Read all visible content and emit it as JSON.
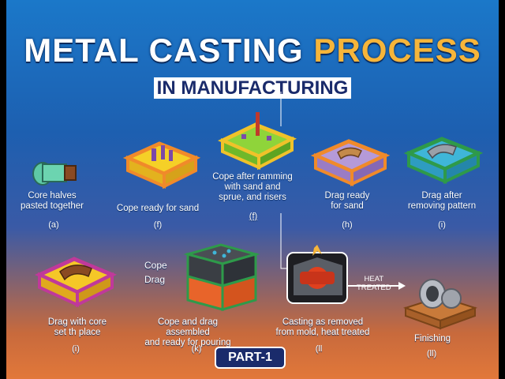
{
  "header": {
    "title_main": "METAL CASTING ",
    "title_accent": "PROCESS",
    "subtitle": "IN MANUFACTURING"
  },
  "steps": [
    {
      "caption": "Core halves\npasted together",
      "label": "(a)"
    },
    {
      "caption": "Cope ready for sand",
      "label": "(f)"
    },
    {
      "caption": "Cope after ramming\nwith sand and\nsprue, and risers",
      "label": "(f)"
    },
    {
      "caption": "Drag ready\nfor sand",
      "label": "(h)"
    },
    {
      "caption": "Drag after\nremoving pattern",
      "label": "(i)"
    },
    {
      "caption": "Drag with core\nset th place",
      "label": "(i)"
    },
    {
      "caption": "Cope and drag assembled\nand ready for pouring",
      "label": "(k)"
    },
    {
      "caption": "Casting as removed\nfrom mold, heat treated",
      "label": "(ll"
    },
    {
      "caption": "Finishing",
      "label": "(ll)"
    }
  ],
  "side_labels": {
    "cope": "Cope",
    "drag": "Drag"
  },
  "heat_treated": "HEAT\nTREATED",
  "part_badge": "PART-1",
  "colors": {
    "accent": "#f6b53a",
    "navy": "#1a2b6b",
    "orange_frame": "#f08a2a"
  }
}
